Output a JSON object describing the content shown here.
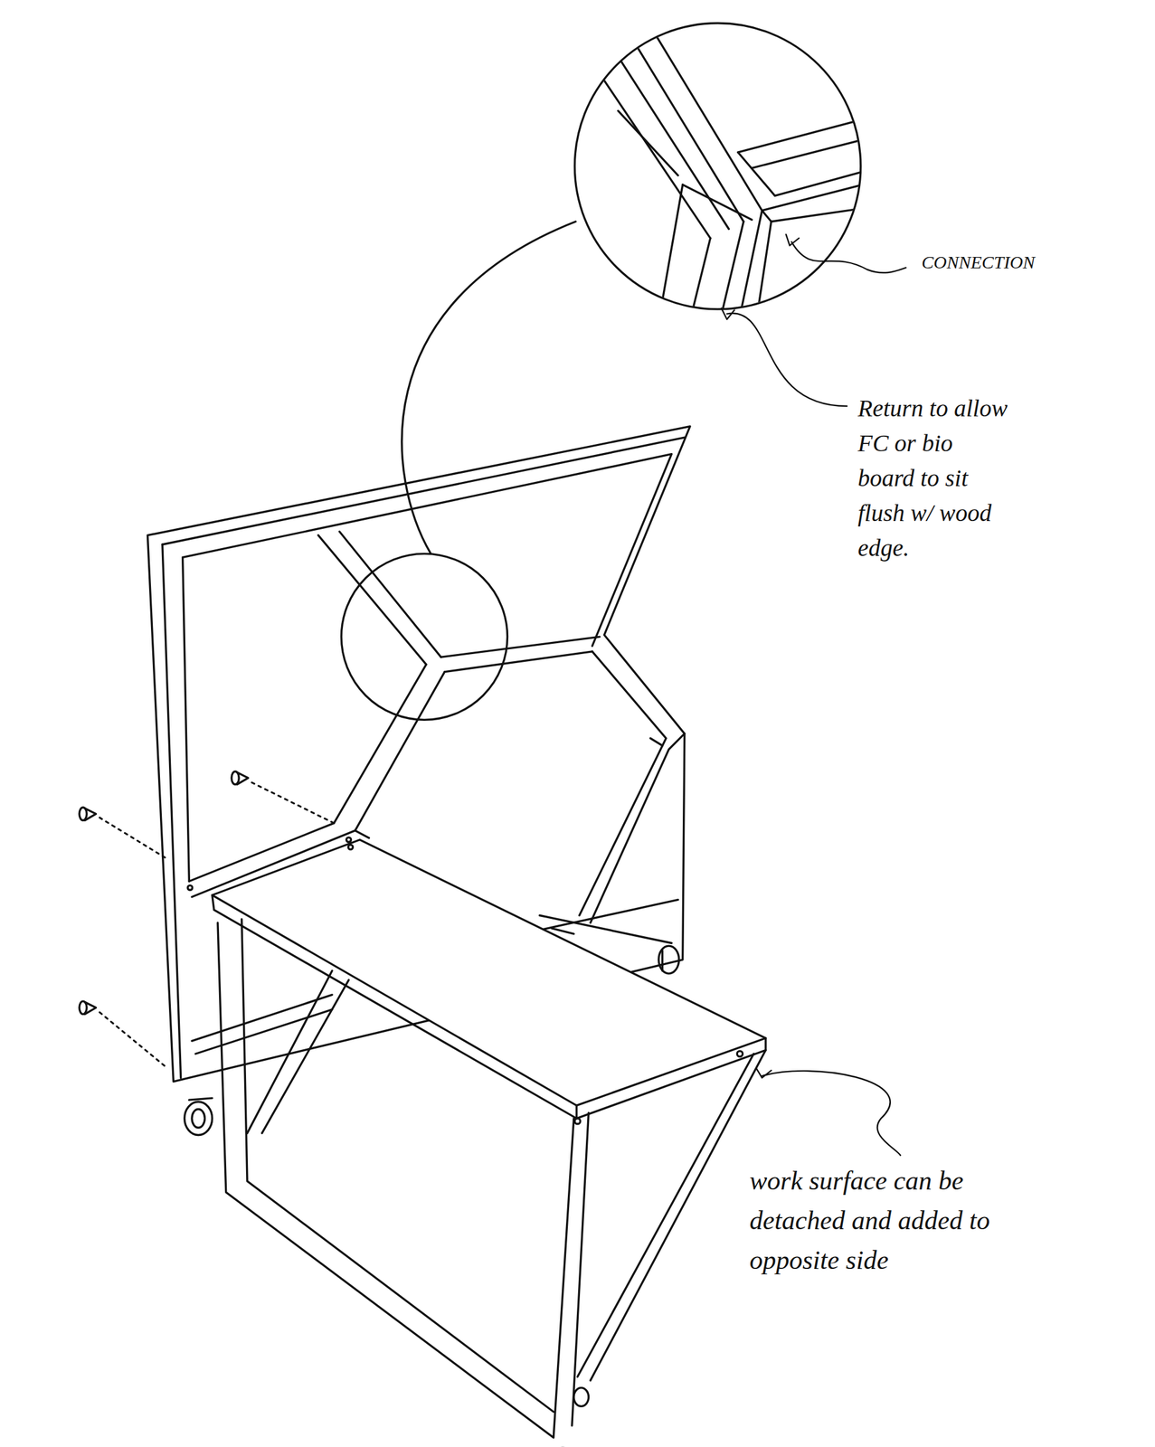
{
  "diagram": {
    "labels": [
      "CONNECTION",
      "Return to allow FC or bio board to sit flush w/ wood edge.",
      "work surface can be detached and added to opposite side"
    ]
  }
}
